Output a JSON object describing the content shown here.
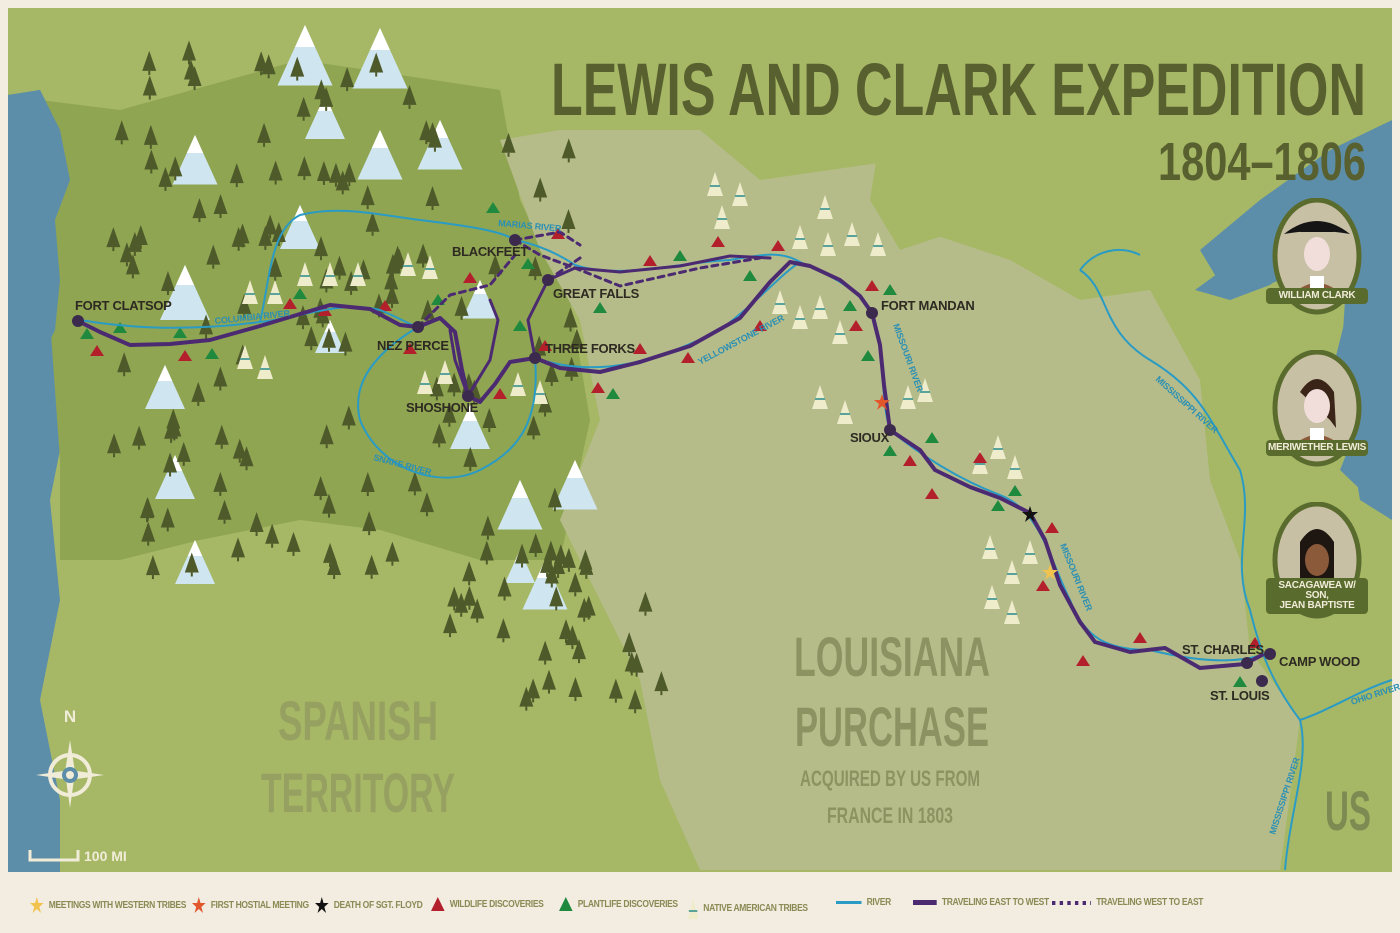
{
  "title": "LEWIS AND CLARK EXPEDITION",
  "years": "1804–1806",
  "regions": {
    "spanish": [
      "SPANISH",
      "TERRITORY"
    ],
    "louisiana": [
      "LOUISIANA",
      "PURCHASE"
    ],
    "louisiana_sub": [
      "ACQUIRED BY US FROM",
      "FRANCE IN 1803"
    ],
    "us": "US"
  },
  "places": {
    "fort_clatsop": "FORT CLATSOP",
    "nez_perce": "NEZ PERCE",
    "shoshone": "SHOSHONE",
    "blackfeet": "BLACKFEET",
    "great_falls": "GREAT FALLS",
    "three_forks": "THREE FORKS",
    "fort_mandan": "FORT MANDAN",
    "sioux": "SIOUX",
    "st_charles": "ST. CHARLES",
    "camp_wood": "CAMP WOOD",
    "st_louis": "ST. LOUIS"
  },
  "rivers": {
    "columbia": "COLUMBIA RIVER",
    "marias": "MARIAS RIVER",
    "snake": "SNAKE RIVER",
    "yellowstone": "YELLOWSTONE RIVER",
    "missouri1": "MISSOURI RIVER",
    "missouri2": "MISSOURI RIVER",
    "mississippi1": "MISSISSIPPI RIVER",
    "mississippi2": "MISSISSIPPI RIVER",
    "ohio": "OHIO RIVER"
  },
  "compass": {
    "north": "N",
    "scale": "100 MI"
  },
  "portraits": [
    {
      "name": "WILLIAM CLARK"
    },
    {
      "name": "MERIWETHER LEWIS"
    },
    {
      "name": "SACAGAWEA W/ SON,",
      "name2": "JEAN BAPTISTE"
    }
  ],
  "legend": [
    {
      "icon": "yellow-star-icon",
      "label": "MEETINGS WITH WESTERN TRIBES"
    },
    {
      "icon": "orange-star-icon",
      "label": "FIRST HOSTIAL MEETING"
    },
    {
      "icon": "black-star-icon",
      "label": "DEATH OF SGT. FLOYD"
    },
    {
      "icon": "red-triangle-icon",
      "label": "WILDLIFE DISCOVERIES"
    },
    {
      "icon": "green-triangle-icon",
      "label": "PLANTLIFE DISCOVERIES"
    },
    {
      "icon": "tipi-icon",
      "label": "NATIVE AMERICAN TRIBES"
    },
    {
      "icon": "river-line-icon",
      "label": "RIVER"
    },
    {
      "icon": "solid-route-icon",
      "label": "TRAVELING EAST TO WEST"
    },
    {
      "icon": "dashed-route-icon",
      "label": "TRAVELING WEST TO EAST"
    }
  ],
  "colors": {
    "water": "#5d8ea9",
    "land_west": "#95aa55",
    "land_louisiana": "#b5bc8a",
    "land_east": "#a6b866",
    "river": "#2a9bc4",
    "route": "#4b2a72",
    "wildlife": "#b3202c",
    "plantlife": "#1f8a3e",
    "title": "#59602f"
  }
}
